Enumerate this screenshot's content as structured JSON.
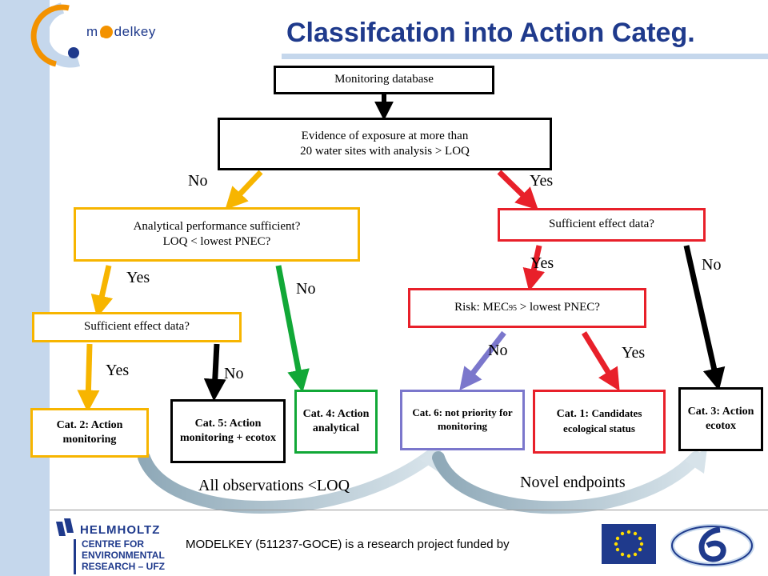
{
  "header": {
    "title": "Classifcation into Action Categ.",
    "logo_text": {
      "m": "m",
      "rest": "delkey"
    }
  },
  "nodes": {
    "monitoring_db": "Monitoring database",
    "evidence_line1": "Evidence of exposure at more than",
    "evidence_line2": "20 water sites with analysis > LOQ",
    "analytical_line1": "Analytical performance sufficient?",
    "analytical_line2": "LOQ < lowest PNEC?",
    "sufficient_right": "Sufficient effect data?",
    "sufficient_left": "Sufficient effect data?",
    "risk_prefix": "Risk: MEC",
    "risk_sub": "95",
    "risk_suffix": " > lowest PNEC?",
    "cat2": "Cat. 2: Action monitoring",
    "cat5": "Cat. 5: Action monitoring + ecotox",
    "cat4": "Cat. 4: Action analytical",
    "cat6": "Cat. 6: not priority for monitoring",
    "cat1_prefix": "Cat. 1: ",
    "cat1_rest": "Candidates ecological status",
    "cat3": "Cat. 3: Action ecotox"
  },
  "edge_labels": {
    "no_evidence": "No",
    "yes_evidence": "Yes",
    "yes_analytical": "Yes",
    "no_analytical": "No",
    "yes_left_effect": "Yes",
    "no_left_effect": "No",
    "yes_right_effect": "Yes",
    "no_right_effect": "No",
    "no_risk": "No",
    "yes_risk": "Yes"
  },
  "annotations": {
    "all_obs": "All observations <LOQ",
    "novel": "Novel endpoints"
  },
  "footer": {
    "text": "MODELKEY (511237-GOCE) is a research project funded by",
    "helmholtz": "HELMHOLTZ",
    "ufz_line1": "CENTRE FOR",
    "ufz_line2": "ENVIRONMENTAL",
    "ufz_line3": "RESEARCH – UFZ"
  },
  "colors": {
    "accent_blue": "#1f3a8c",
    "band": "#c5d7ec",
    "yellow": "#f7b500",
    "red": "#e8202a",
    "green": "#11a837",
    "purple": "#7b77cc",
    "orange": "#f39200"
  }
}
